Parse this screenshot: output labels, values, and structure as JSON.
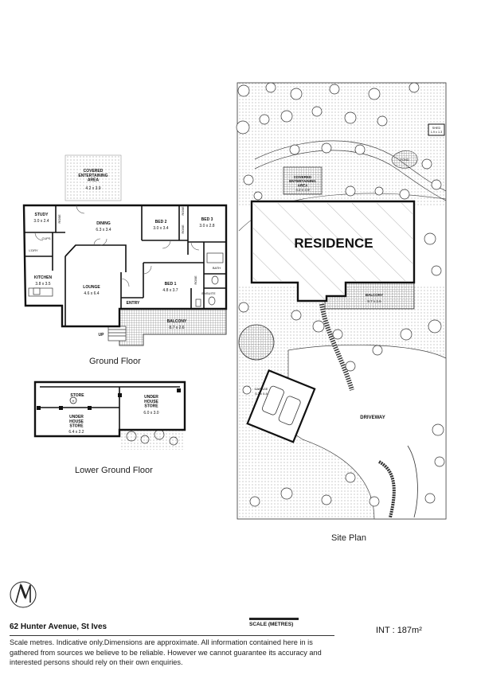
{
  "ground_floor": {
    "caption": "Ground Floor",
    "rooms": {
      "covered_area_name": "COVERED\nENTERTAINING\nAREA",
      "covered_area_dim": "4.2 x 3.9",
      "study_name": "STUDY",
      "study_dim": "3.0 x 2.4",
      "robe1": "ROBE",
      "dining_name": "DINING",
      "dining_dim": "6.3 x 3.4",
      "bed2_name": "BED 2",
      "bed2_dim": "3.0 x 3.4",
      "robe2": "ROBE",
      "bed3_name": "BED 3",
      "bed3_dim": "3.0 x 2.8",
      "robe3": "ROBE",
      "cups": "CUPS",
      "lndry": "L'DRY",
      "kitchen_name": "KITCHEN",
      "kitchen_dim": "3.8 x 3.5",
      "lounge_name": "LOUNGE",
      "lounge_dim": "4.6 x 6.4",
      "bath": "BATH",
      "bed1_name": "BED 1",
      "bed1_dim": "4.8 x 3.7",
      "ensuite": "ENSUITE",
      "robe4": "ROBE",
      "entry": "ENTRY",
      "balcony_name": "BALCONY",
      "balcony_dim": "8.7 x 2.6",
      "up": "UP"
    }
  },
  "lower_ground_floor": {
    "caption": "Lower Ground Floor",
    "store": "STORE",
    "under_house_store_1_name": "UNDER\nHOUSE\nSTORE",
    "under_house_store_1_dim": "6.0 x 3.0",
    "under_house_store_2_name": "UNDER\nHOUSE\nSTORE",
    "under_house_store_2_dim": "6.4 x 2.2",
    "hw": "H"
  },
  "site_plan": {
    "caption": "Site Plan",
    "residence": "RESIDENCE",
    "covered_area_name": "COVERED\nENTERTAINING\nAREA",
    "covered_area_dim": "4.2 x 3.9",
    "shed_name": "SHED",
    "shed_dim": "1.9 x 1.3",
    "pond": "POND",
    "balcony_name": "BALCONY",
    "balcony_dim": "8.7 x 2.6",
    "garage_name": "GARAGE",
    "garage_dim": "6.2 x 5.8",
    "driveway": "DRIVEWAY"
  },
  "footer": {
    "address": "62 Hunter Avenue, St Ives",
    "scale_label": "SCALE (METRES)",
    "int_area": "INT  : 187m²",
    "disclaimer": "Scale metres. Indicative only.Dimensions are approximate. All information contained here in is gathered from sources we believe to be reliable. However we cannot guarantee its accuracy and interested persons should rely on their own enquiries."
  },
  "icons": {
    "north": "north-arrow-icon"
  }
}
